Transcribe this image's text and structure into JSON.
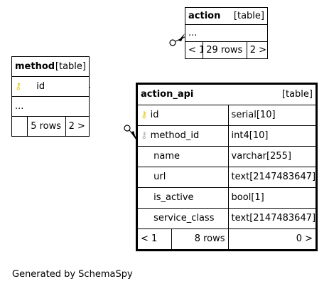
{
  "tables": {
    "action": {
      "name": "action",
      "kind": "[table]",
      "ellipsis": "...",
      "footer": {
        "prev": "< 1",
        "rows": "29 rows",
        "next": "2 >"
      }
    },
    "method": {
      "name": "method",
      "kind": "[table]",
      "columns": [
        {
          "key": "pk",
          "name": "id"
        }
      ],
      "ellipsis": "...",
      "footer": {
        "prev": "",
        "rows": "5 rows",
        "next": "2 >"
      }
    },
    "action_api": {
      "name": "action_api",
      "kind": "[table]",
      "columns": [
        {
          "key": "pk",
          "name": "id",
          "type": "serial[10]"
        },
        {
          "key": "fk",
          "name": "method_id",
          "type": "int4[10]"
        },
        {
          "key": "",
          "name": "name",
          "type": "varchar[255]"
        },
        {
          "key": "",
          "name": "url",
          "type": "text[2147483647]"
        },
        {
          "key": "",
          "name": "is_active",
          "type": "bool[1]"
        },
        {
          "key": "",
          "name": "service_class",
          "type": "text[2147483647]"
        }
      ],
      "footer": {
        "prev": "< 1",
        "rows": "8 rows",
        "next": "0 >"
      }
    }
  },
  "footer_text": "Generated by SchemaSpy",
  "colors": {
    "pk_key": "#e6c619",
    "fk_key": "#b0b0b0",
    "border": "#000000"
  }
}
